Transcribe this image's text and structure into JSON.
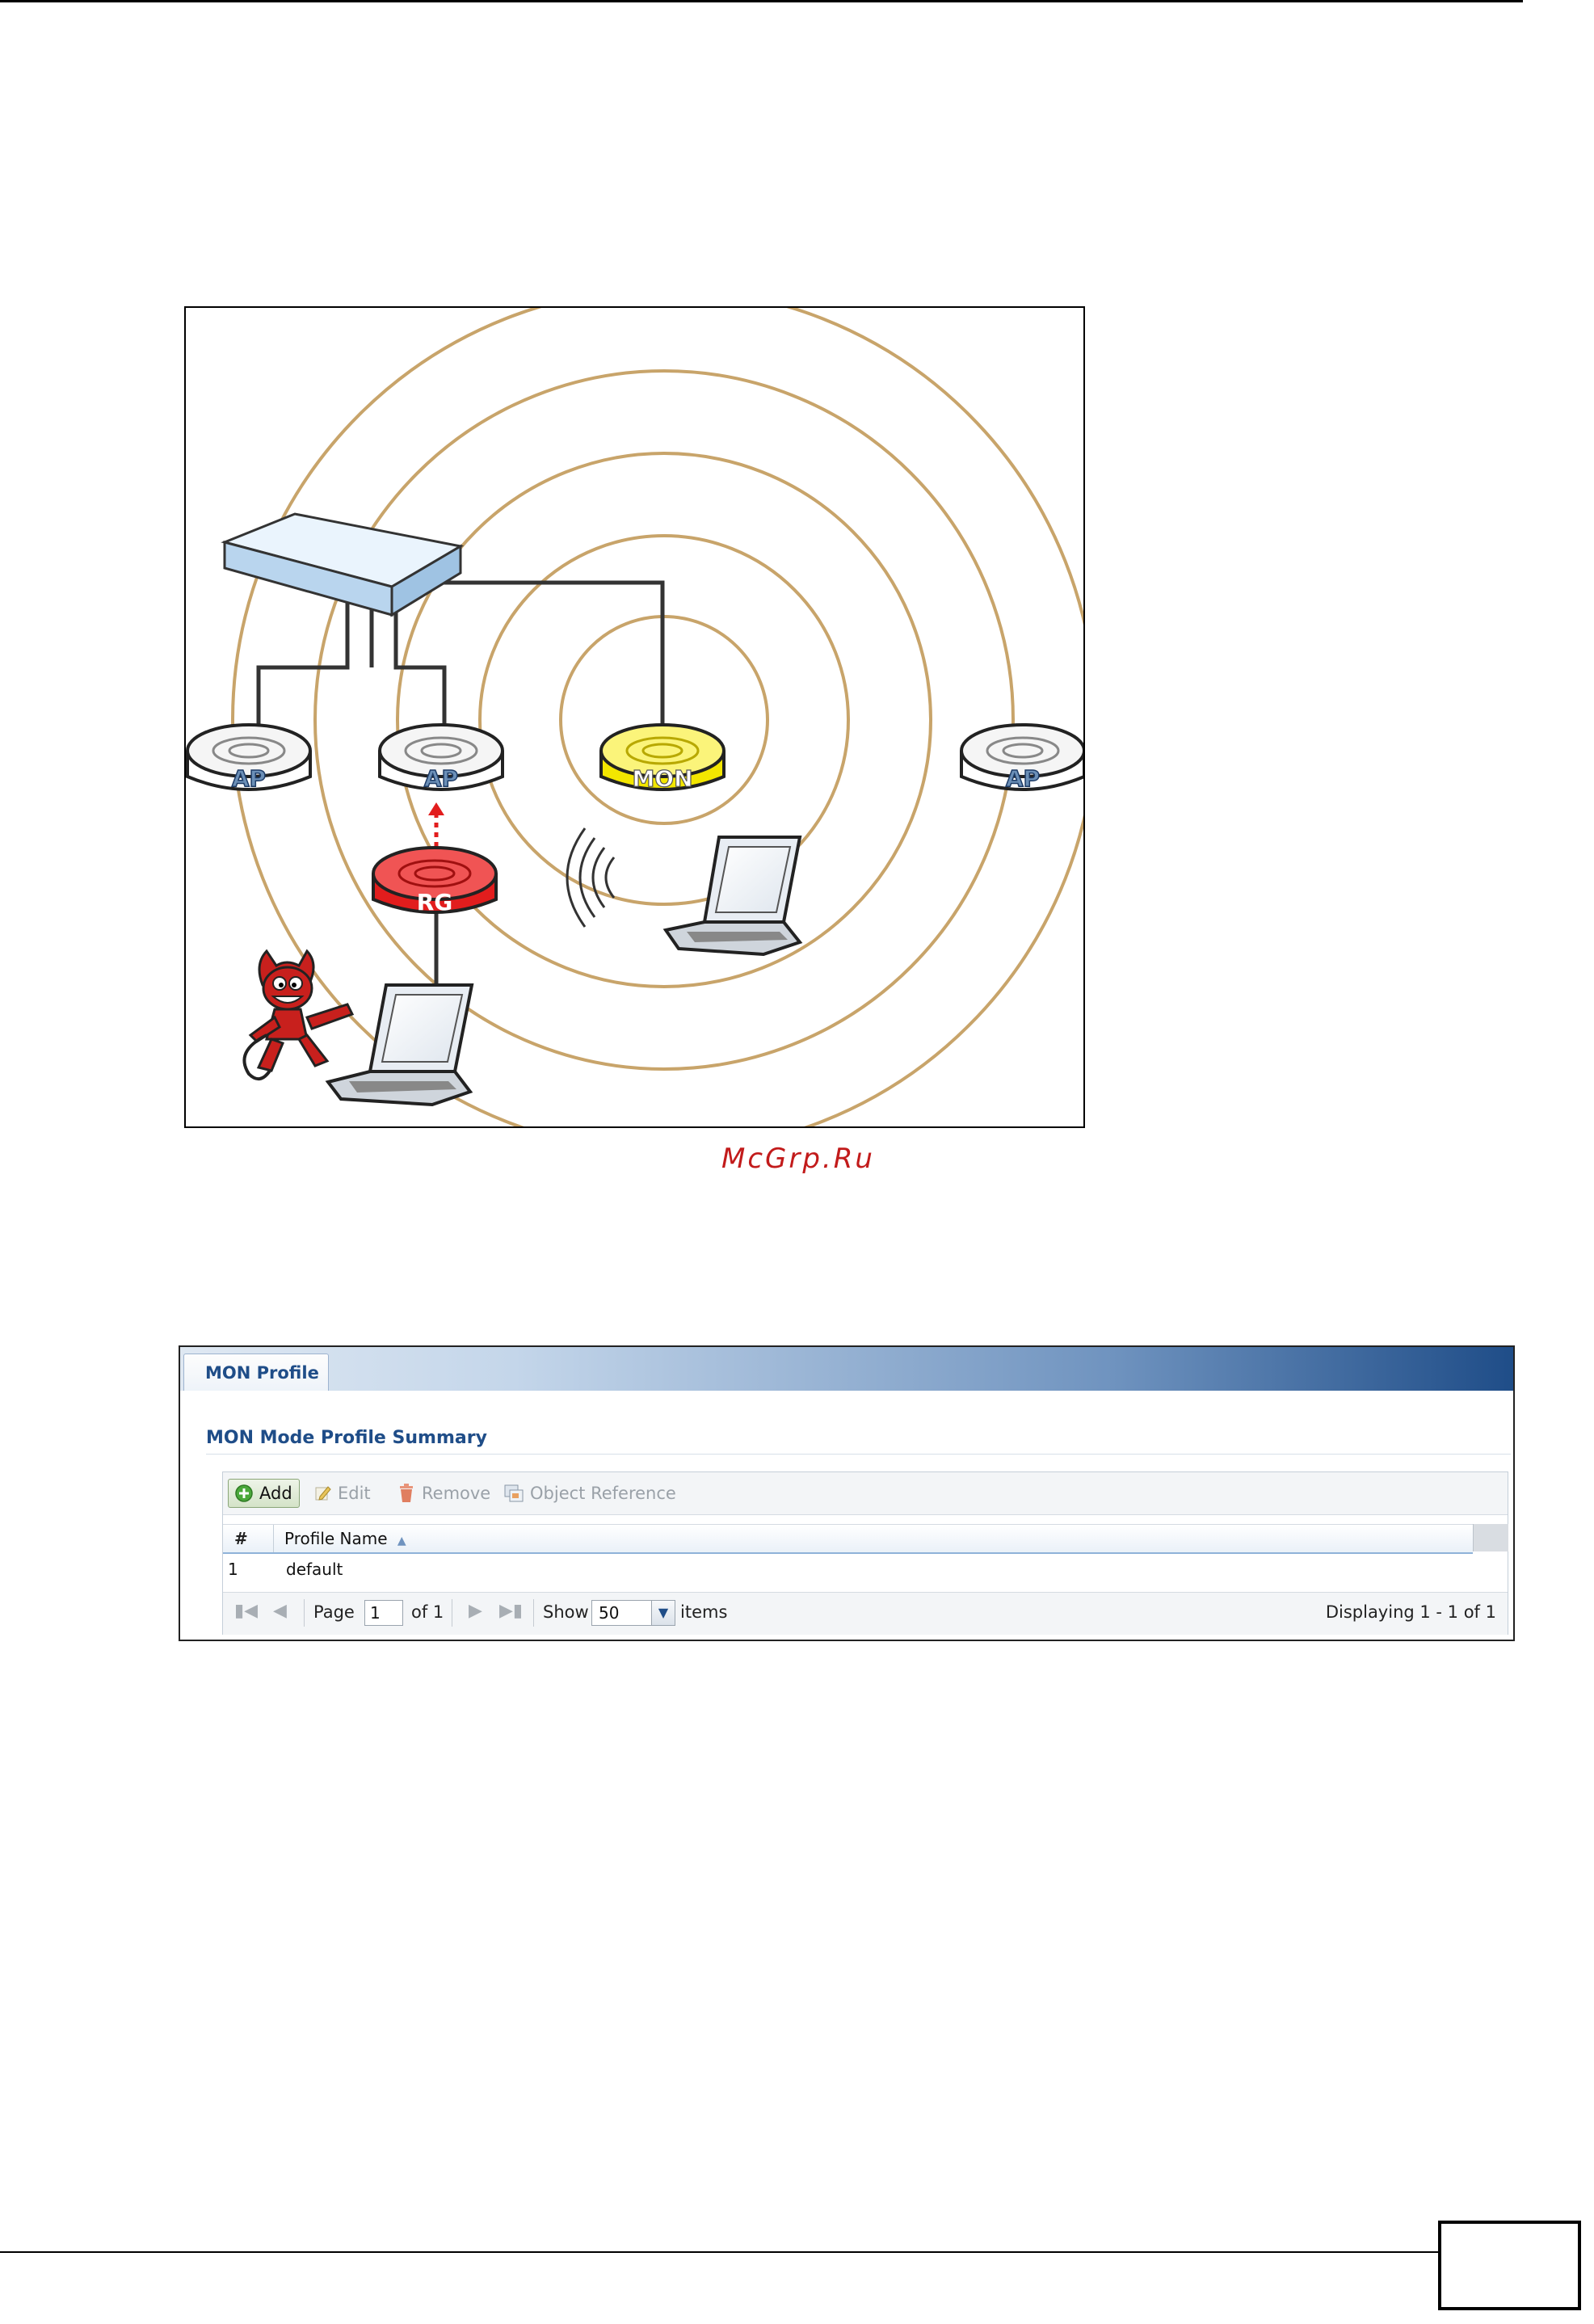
{
  "diagram": {
    "labels": {
      "ap_left": "AP",
      "ap_middle": "AP",
      "mon": "MON",
      "ap_right": "AP",
      "rogue": "RG"
    },
    "colors": {
      "rings": "#c8a46a",
      "ap": "#f2f2f2",
      "mon": "#f3e600",
      "rogue": "#e21d1d",
      "switch": "#d4e6f5"
    }
  },
  "watermark": "McGrp.Ru",
  "screenshot": {
    "tab_label": "MON Profile",
    "section_title": "MON Mode Profile Summary",
    "toolbar": {
      "add": "Add",
      "edit": "Edit",
      "remove": "Remove",
      "object_reference": "Object Reference"
    },
    "table": {
      "columns": [
        "#",
        "Profile Name"
      ],
      "rows": [
        [
          "1",
          "default"
        ]
      ]
    },
    "pager": {
      "page_label": "Page",
      "page_value": "1",
      "of_label": "of 1",
      "show_label": "Show",
      "show_value": "50",
      "items_label": "items",
      "displaying": "Displaying 1 - 1 of 1"
    }
  }
}
